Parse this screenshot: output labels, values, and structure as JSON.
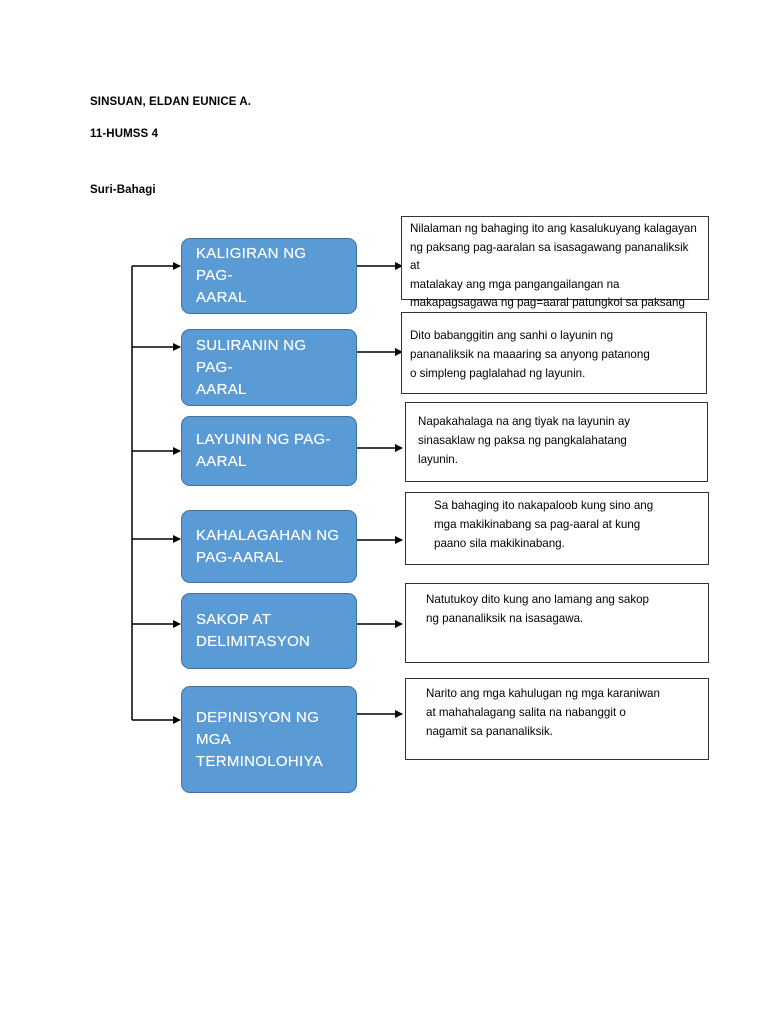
{
  "header": {
    "name": "SINSUAN, ELDAN EUNICE A.",
    "section": "11-HUMSS 4",
    "title": "Suri-Bahagi"
  },
  "parts": [
    {
      "label": "KALIGIRAN NG PAG-\nAARAL",
      "description": "Nilalaman ng bahaging ito ang kasalukuyang kalagayan\nng paksang pag-aaralan sa isasagawang pananaliksik at\nmatalakay ang mga pangangailangan na\nmakapagsagawa ng pag=aaral patungkol sa paksang\nnapili."
    },
    {
      "label": "SULIRANIN NG PAG-\nAARAL",
      "description": "Dito babanggitin ang sanhi o layunin ng\npananaliksik na maaaring sa anyong patanong\no simpleng paglalahad ng layunin."
    },
    {
      "label": "LAYUNIN NG PAG-\nAARAL",
      "description": "Napakahalaga na ang tiyak na layunin ay\nsinasaklaw ng paksa ng pangkalahatang\nlayunin."
    },
    {
      "label": "KAHALAGAHAN    NG\nPAG-AARAL",
      "description": "Sa bahaging ito nakapaloob kung sino ang\nmga makikinabang sa pag-aaral at kung\npaano sila makikinabang."
    },
    {
      "label": "SAKOP AT\nDELIMITASYON",
      "description": "Natutukoy dito kung ano lamang ang sakop\nng pananaliksik na isasagawa."
    },
    {
      "label": "DEPINISYON NG\nMGA\nTERMINOLOHIYA",
      "description": "Narito ang mga kahulugan ng mga karaniwan\nat mahahalagang salita na nabanggit o\nnagamit sa pananaliksik."
    }
  ]
}
